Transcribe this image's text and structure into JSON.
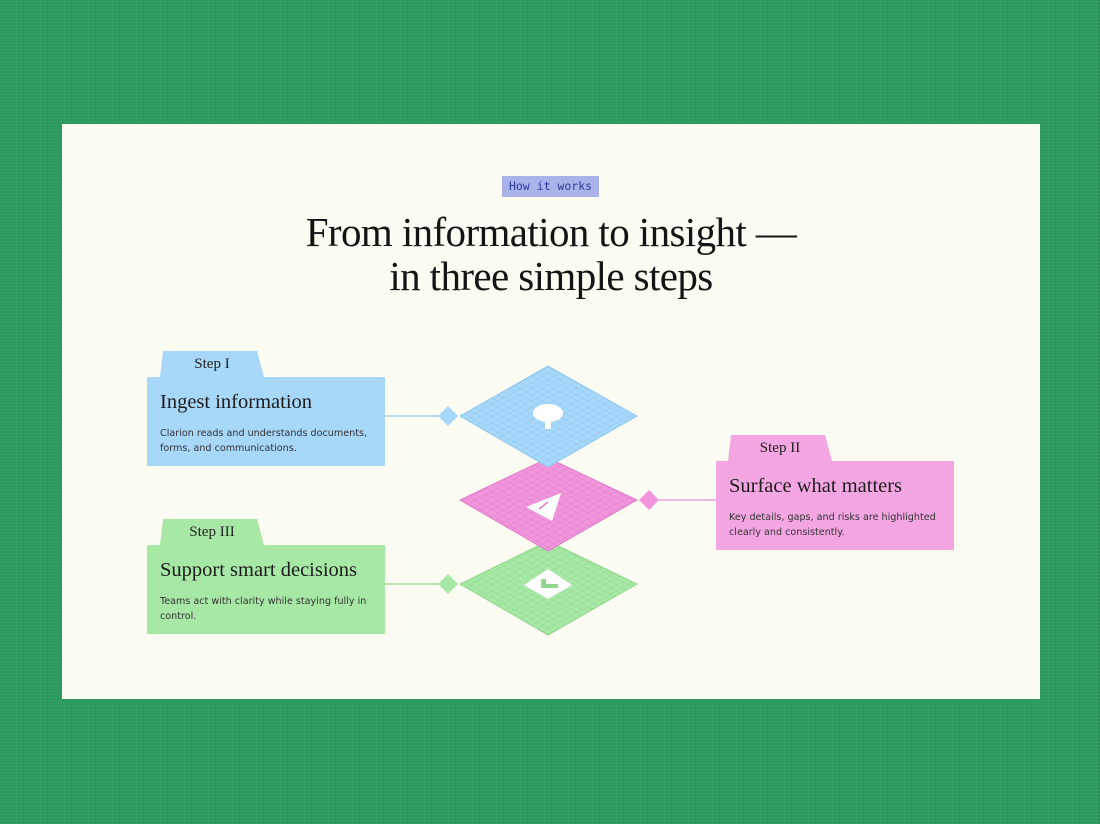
{
  "section_label": "How it works",
  "headline": {
    "line1": "From information to insight —",
    "line2": "in three simple steps"
  },
  "steps": [
    {
      "tab": "Step I",
      "title": "Ingest information",
      "description": "Clarion reads and understands documents, forms, and communications.",
      "color": "#a7d7f9",
      "icon": "tree-icon"
    },
    {
      "tab": "Step II",
      "title": "Surface what matters",
      "description": "Key details, gaps, and risks are highlighted clearly and consistently.",
      "color": "#f4a6e2",
      "icon": "triangle-icon"
    },
    {
      "tab": "Step III",
      "title": "Support smart decisions",
      "description": "Teams act with clarity while staying fully in control.",
      "color": "#a7e8a6",
      "icon": "shoe-icon"
    }
  ]
}
